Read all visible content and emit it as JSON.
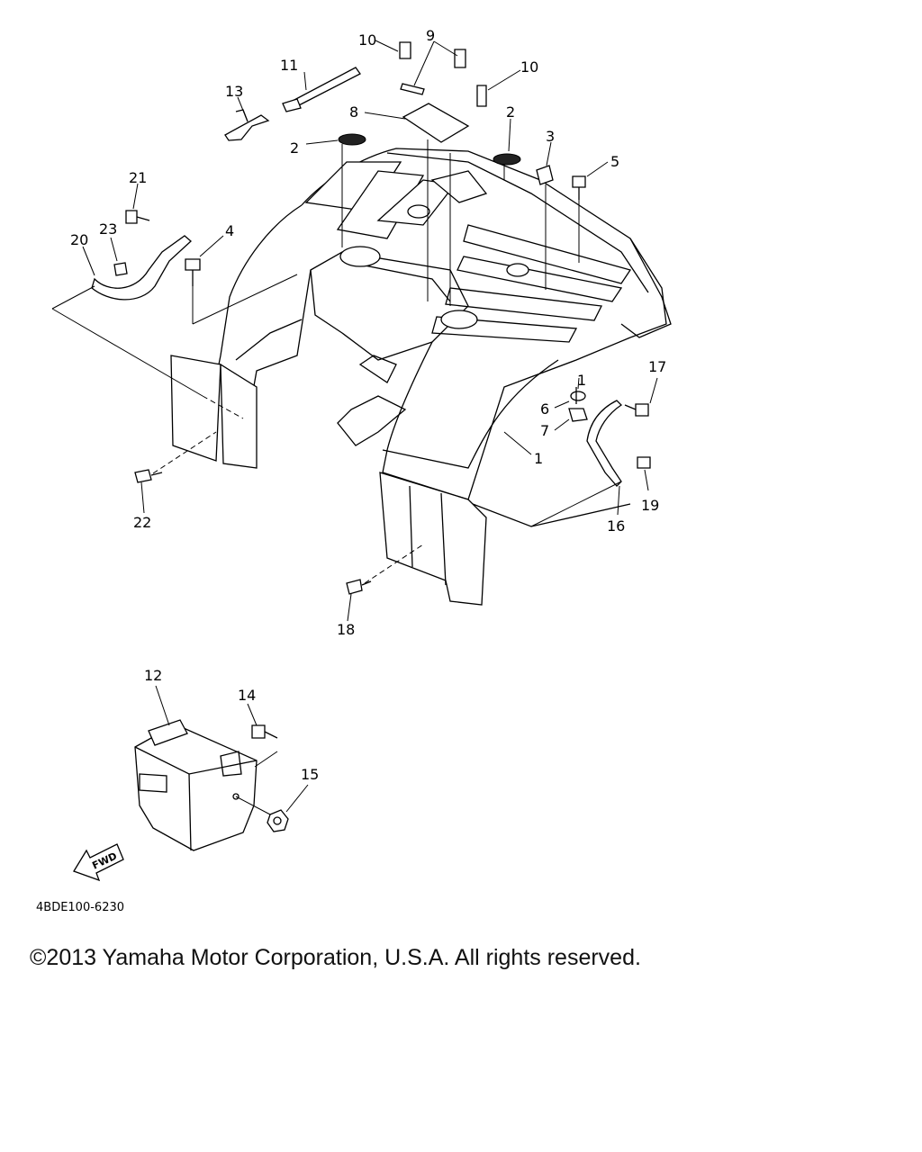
{
  "diagram": {
    "code": "4BDE100-6230",
    "fwd_label": "FWD",
    "part_numbers": {
      "p1": "1",
      "p1b": "1",
      "p2a": "2",
      "p2b": "2",
      "p3": "3",
      "p4": "4",
      "p5": "5",
      "p6": "6",
      "p7": "7",
      "p8": "8",
      "p9": "9",
      "p10a": "10",
      "p10b": "10",
      "p11": "11",
      "p12": "12",
      "p13": "13",
      "p14": "14",
      "p15": "15",
      "p16": "16",
      "p17": "17",
      "p18": "18",
      "p19": "19",
      "p20": "20",
      "p21": "21",
      "p22": "22",
      "p23": "23"
    }
  },
  "footer": {
    "copyright": "©2013 Yamaha Motor Corporation, U.S.A. All rights reserved."
  }
}
